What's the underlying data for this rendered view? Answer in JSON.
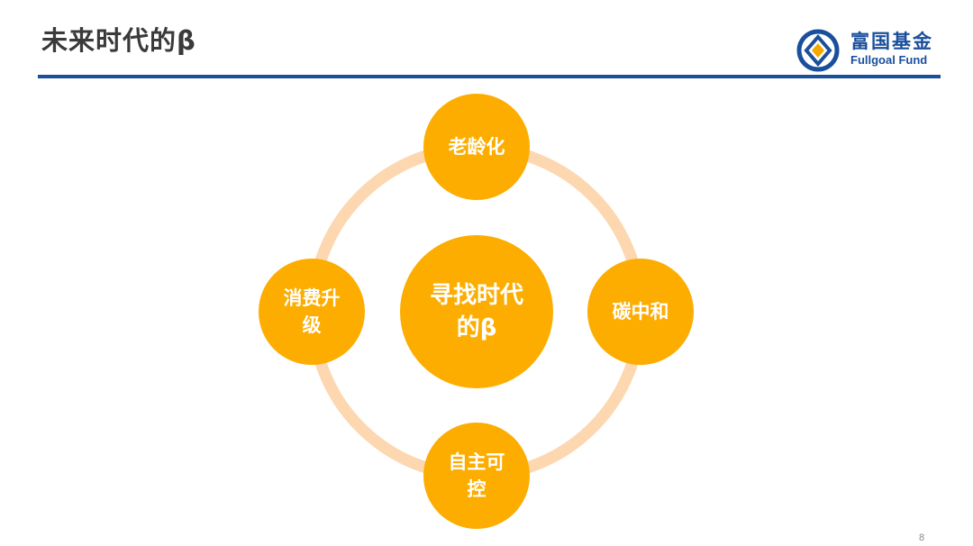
{
  "slide": {
    "title": "未来时代的β",
    "page_number": "8"
  },
  "logo": {
    "name_cn": "富国基金",
    "name_en": "Fullgoal Fund"
  },
  "diagram": {
    "center": "寻找时代的β",
    "nodes": {
      "top": "老龄化",
      "right": "碳中和",
      "bottom": "自主可控",
      "left": "消费升级"
    }
  },
  "colors": {
    "node_fill": "#fcad00",
    "ring": "#fdd7b0",
    "brand_blue": "#1a4f9c",
    "logo_accent": "#f5a800",
    "title_text": "#3a3a3a"
  }
}
